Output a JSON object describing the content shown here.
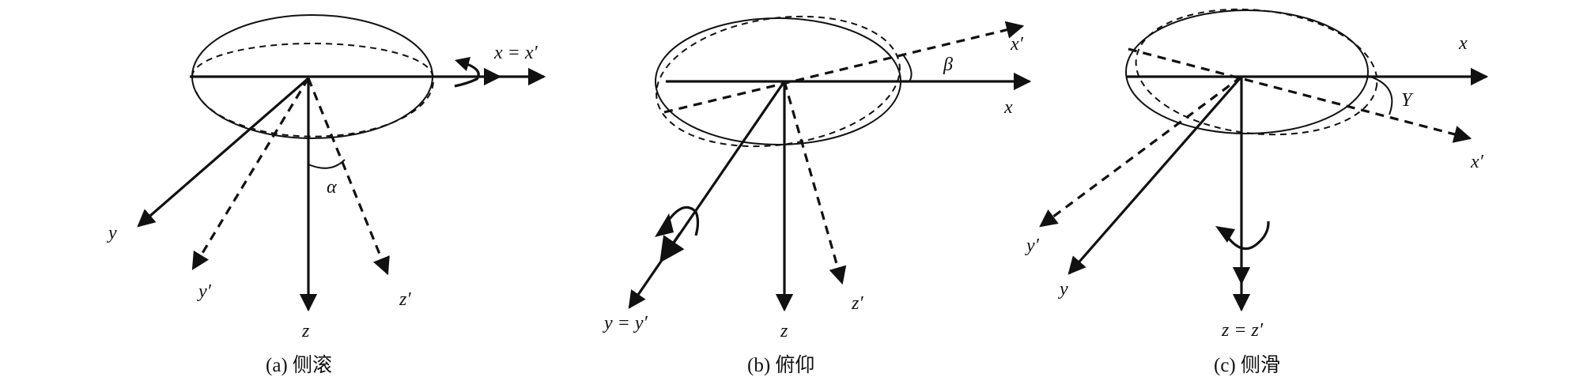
{
  "panels": [
    {
      "caption": "(a) 侧滚",
      "labels": {
        "x": "x = x′",
        "y": "y",
        "y_prime": "y′",
        "z": "z",
        "z_prime": "z′",
        "angle": "α"
      }
    },
    {
      "caption": "(b) 俯仰",
      "labels": {
        "x": "x",
        "x_prime": "x′",
        "y": "y = y′",
        "z": "z",
        "z_prime": "z′",
        "angle": "β"
      }
    },
    {
      "caption": "(c) 侧滑",
      "labels": {
        "x": "x",
        "x_prime": "x′",
        "y": "y",
        "y_prime": "y′",
        "z": "z = z′",
        "angle": "Y"
      }
    }
  ]
}
